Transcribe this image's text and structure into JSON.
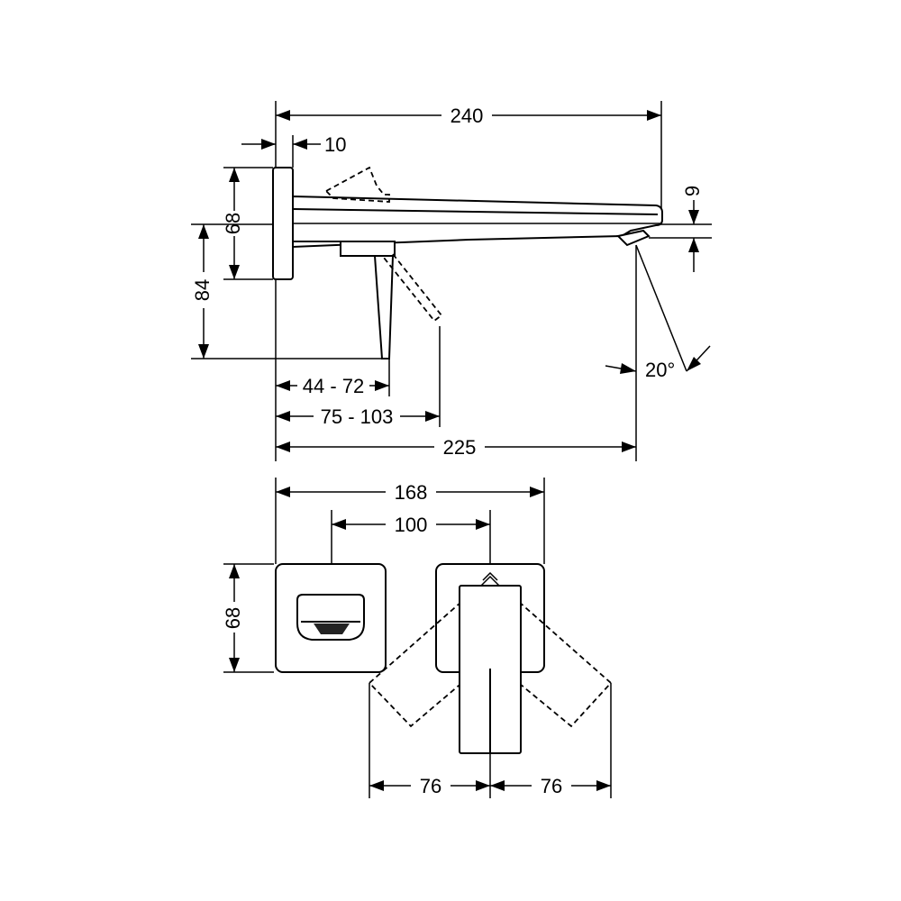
{
  "side_view": {
    "dims": {
      "total_length": "240",
      "plate_thickness": "10",
      "plate_height": "68",
      "lever_height": "84",
      "spout_outlet": "9",
      "angle": "20°",
      "lever_range": "44 - 72",
      "lever_range_ext": "75 - 103",
      "projection": "225"
    }
  },
  "front_view": {
    "dims": {
      "total_width": "168",
      "center_distance": "100",
      "plate_height": "68",
      "swing_left": "76",
      "swing_right": "76"
    }
  }
}
